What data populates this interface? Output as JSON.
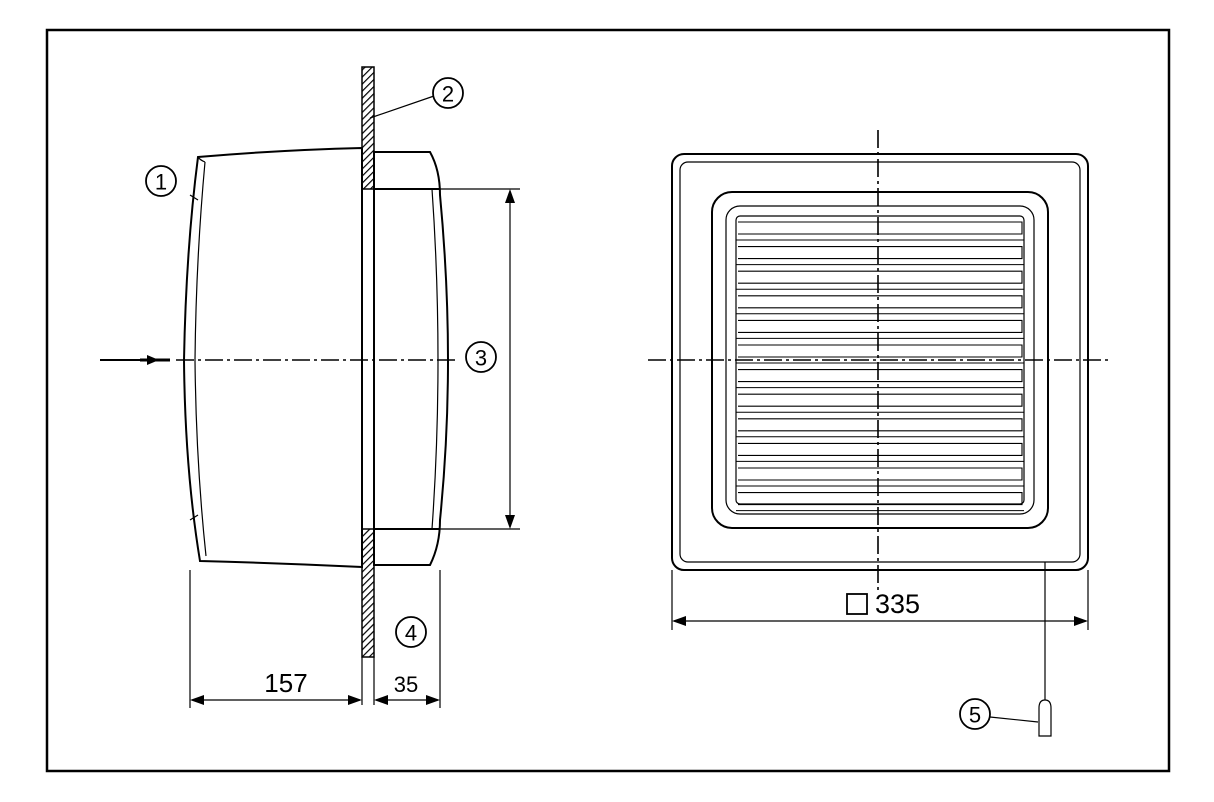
{
  "callouts": [
    {
      "id": "1",
      "label": "1"
    },
    {
      "id": "2",
      "label": "2"
    },
    {
      "id": "3",
      "label": "3"
    },
    {
      "id": "4",
      "label": "4"
    },
    {
      "id": "5",
      "label": "5"
    }
  ],
  "dimensions": {
    "depth_total": "157",
    "depth_front": "35",
    "square_size": "335"
  }
}
